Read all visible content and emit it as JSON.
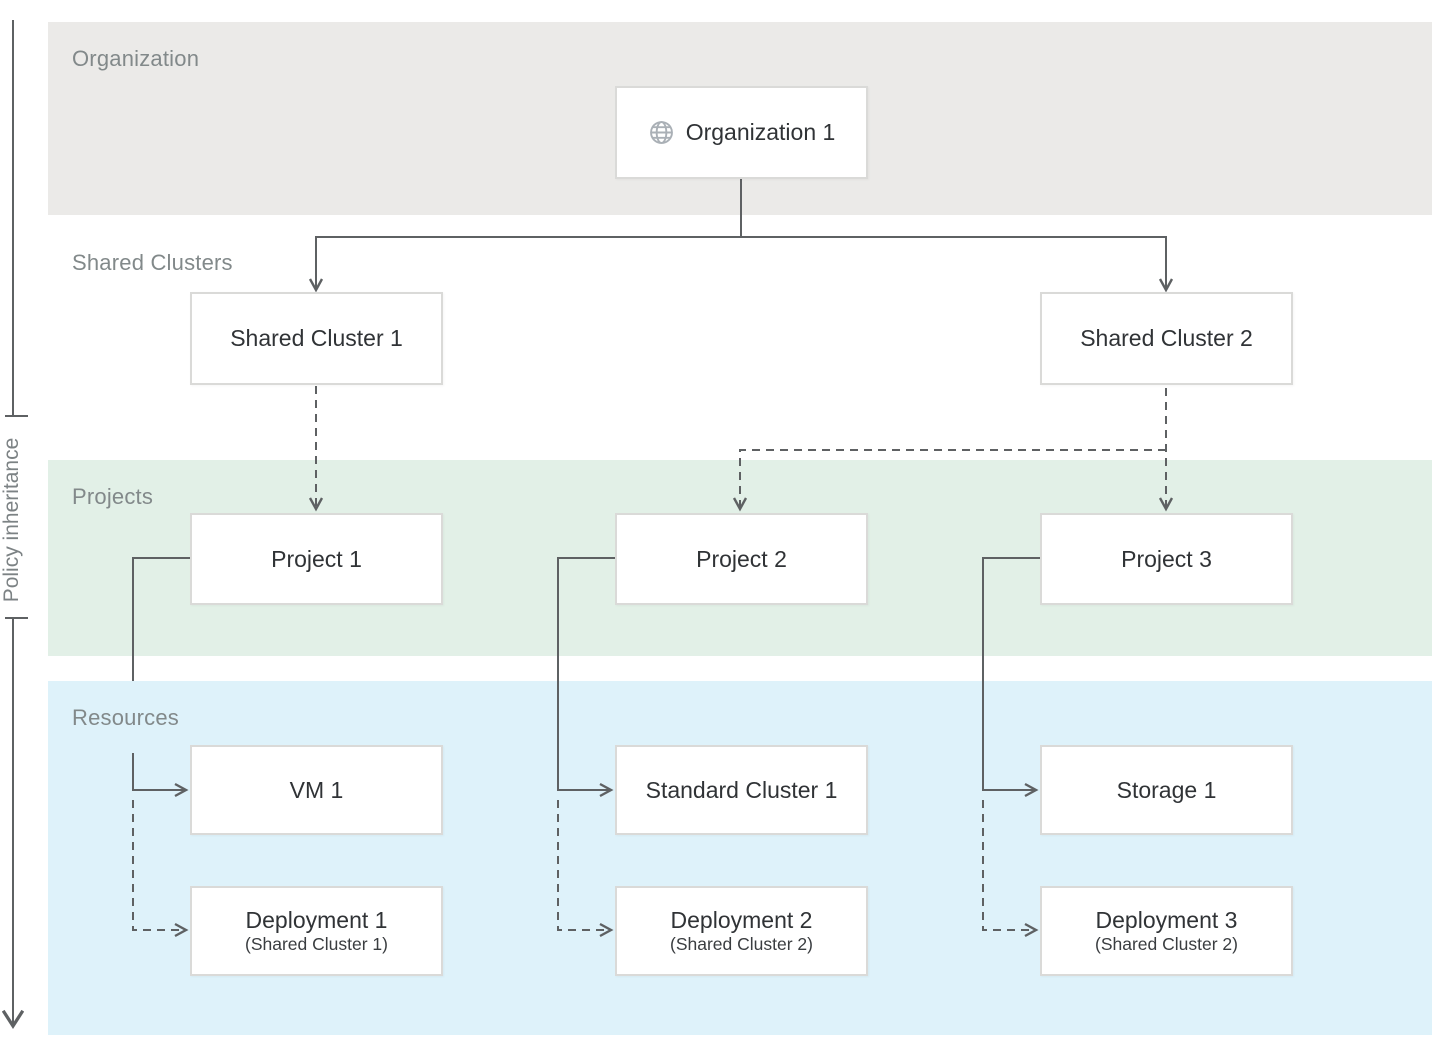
{
  "diagram": {
    "axis": {
      "label": "Policy inheritance"
    },
    "bands": {
      "organization": {
        "label": "Organization"
      },
      "shared_clusters": {
        "label": "Shared Clusters"
      },
      "projects": {
        "label": "Projects"
      },
      "resources": {
        "label": "Resources"
      }
    },
    "nodes": {
      "organization1": {
        "label": "Organization 1",
        "icon": "globe-icon"
      },
      "shared_cluster1": {
        "label": "Shared Cluster 1"
      },
      "shared_cluster2": {
        "label": "Shared Cluster 2"
      },
      "project1": {
        "label": "Project 1"
      },
      "project2": {
        "label": "Project 2"
      },
      "project3": {
        "label": "Project 3"
      },
      "vm1": {
        "label": "VM 1"
      },
      "standard_cluster1": {
        "label": "Standard Cluster 1"
      },
      "storage1": {
        "label": "Storage 1"
      },
      "deployment1": {
        "label": "Deployment 1",
        "sublabel": "(Shared Cluster 1)"
      },
      "deployment2": {
        "label": "Deployment 2",
        "sublabel": "(Shared Cluster 2)"
      },
      "deployment3": {
        "label": "Deployment 3",
        "sublabel": "(Shared Cluster 2)"
      }
    },
    "colors": {
      "organization_band": "#ebeae8",
      "projects_band": "#e2f0e7",
      "resources_band": "#def2fa",
      "connector": "#5e6163",
      "box_border": "#dadad8",
      "band_label": "#82898a",
      "node_label": "#303336"
    }
  }
}
